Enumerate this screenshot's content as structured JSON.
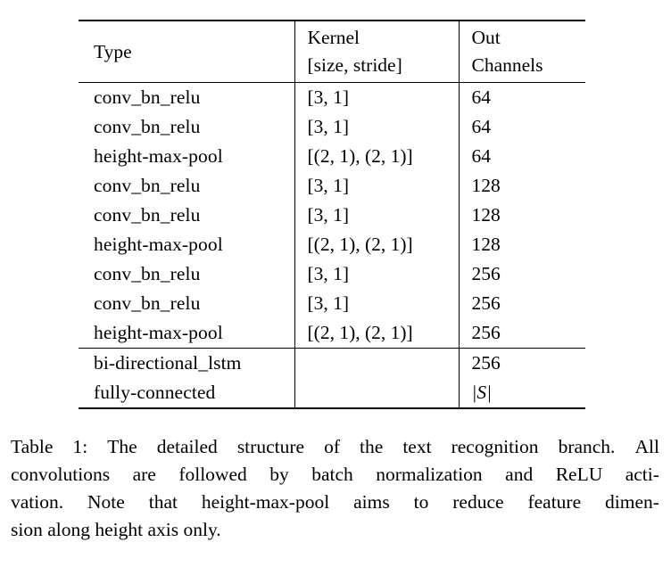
{
  "table": {
    "columns": [
      {
        "id": "type",
        "header_lines": [
          "Type"
        ]
      },
      {
        "id": "kernel",
        "header_lines": [
          "Kernel",
          "[size, stride]"
        ]
      },
      {
        "id": "channels",
        "header_lines": [
          "Out",
          "Channels"
        ]
      }
    ],
    "rows": [
      {
        "type": "conv_bn_relu",
        "kernel": "[3, 1]",
        "channels": "64"
      },
      {
        "type": "conv_bn_relu",
        "kernel": "[3, 1]",
        "channels": "64"
      },
      {
        "type": "height-max-pool",
        "kernel": "[(2, 1), (2, 1)]",
        "channels": "64"
      },
      {
        "type": "conv_bn_relu",
        "kernel": "[3, 1]",
        "channels": "128"
      },
      {
        "type": "conv_bn_relu",
        "kernel": "[3, 1]",
        "channels": "128"
      },
      {
        "type": "height-max-pool",
        "kernel": "[(2, 1), (2, 1)]",
        "channels": "128"
      },
      {
        "type": "conv_bn_relu",
        "kernel": "[3, 1]",
        "channels": "256"
      },
      {
        "type": "conv_bn_relu",
        "kernel": "[3, 1]",
        "channels": "256"
      },
      {
        "type": "height-max-pool",
        "kernel": "[(2, 1), (2, 1)]",
        "channels": "256"
      }
    ],
    "rows_tail": [
      {
        "type": "bi-directional_lstm",
        "kernel": "",
        "channels": "256"
      },
      {
        "type": "fully-connected",
        "kernel": "",
        "channels": "|S|"
      }
    ]
  },
  "caption": {
    "lines": [
      "Table 1: The detailed structure of the text recognition branch. All",
      "convolutions are followed by batch normalization and ReLU acti-",
      "vation. Note that height-max-pool aims to reduce feature dimen-",
      "sion along height axis only."
    ],
    "words": [
      [
        "Table",
        "1:",
        "The",
        "detailed",
        "structure",
        "of",
        "the",
        "text",
        "recognition",
        "branch.",
        "All"
      ],
      [
        "convolutions",
        "are",
        "followed",
        "by",
        "batch",
        "normalization",
        "and",
        "ReLU",
        "acti-"
      ],
      [
        "vation.",
        "Note",
        "that",
        "height-max-pool",
        "aims",
        "to",
        "reduce",
        "feature",
        "dimen-"
      ],
      [
        "sion along height axis only."
      ]
    ]
  }
}
